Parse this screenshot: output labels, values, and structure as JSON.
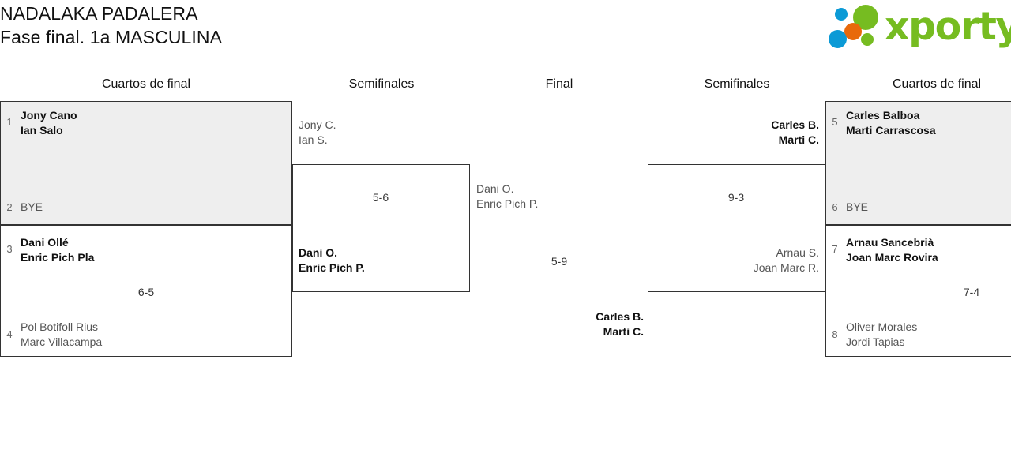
{
  "header": {
    "title_line1": "NADALAKA PADALERA",
    "title_line2": "Fase final. 1a MASCULINA",
    "logo_word": "xporty",
    "logo_colors": {
      "green": "#76bc21",
      "orange": "#e8690b",
      "blue": "#0b9ad6"
    }
  },
  "round_headers": {
    "left_quarters": "Cuartos de final",
    "left_semis": "Semifinales",
    "final": "Final",
    "right_semis": "Semifinales",
    "right_quarters": "Cuartos de final"
  },
  "bracket": {
    "left_quarterfinals": [
      {
        "score": "",
        "top": {
          "seed": "1",
          "line1": "Jony Cano",
          "line2": "Ian Salo",
          "result": "win"
        },
        "bottom": {
          "seed": "2",
          "line1": "BYE",
          "line2": "",
          "result": "lose"
        }
      },
      {
        "score": "6-5",
        "top": {
          "seed": "3",
          "line1": "Dani Ollé",
          "line2": "Enric Pich Pla",
          "result": "win"
        },
        "bottom": {
          "seed": "4",
          "line1": "Pol Botifoll Rius",
          "line2": "Marc Villacampa",
          "result": "lose"
        }
      }
    ],
    "left_semifinal": {
      "score": "5-6",
      "top": {
        "line1": "Jony C.",
        "line2": "Ian S.",
        "result": "lose"
      },
      "bottom": {
        "line1": "Dani O.",
        "line2": "Enric Pich P.",
        "result": "win"
      }
    },
    "final": {
      "score": "5-9",
      "left": {
        "line1": "Dani O.",
        "line2": "Enric Pich P.",
        "result": "lose"
      },
      "right": {
        "line1": "Carles B.",
        "line2": "Marti C.",
        "result": "win"
      }
    },
    "right_semifinal": {
      "score": "9-3",
      "top": {
        "line1": "Carles B.",
        "line2": "Marti C.",
        "result": "win"
      },
      "bottom": {
        "line1": "Arnau S.",
        "line2": "Joan Marc R.",
        "result": "lose"
      }
    },
    "right_quarterfinals": [
      {
        "score": "",
        "top": {
          "seed": "5",
          "line1": "Carles Balboa",
          "line2": "Marti Carrascosa",
          "result": "win"
        },
        "bottom": {
          "seed": "6",
          "line1": "BYE",
          "line2": "",
          "result": "lose"
        }
      },
      {
        "score": "7-4",
        "top": {
          "seed": "7",
          "line1": "Arnau Sancebrià",
          "line2": "Joan Marc Rovira",
          "result": "win"
        },
        "bottom": {
          "seed": "8",
          "line1": "Oliver Morales",
          "line2": "Jordi Tapias",
          "result": "lose"
        }
      }
    ]
  }
}
